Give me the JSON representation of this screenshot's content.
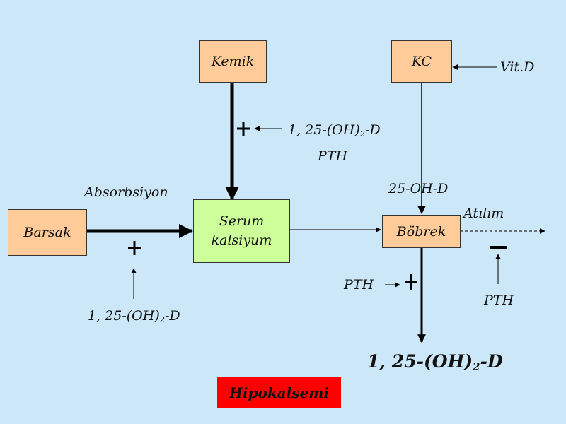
{
  "boxes": {
    "kemik": "Kemik",
    "kc": "KC",
    "barsak": "Barsak",
    "serum_line1": "Serum",
    "serum_line2": "kalsiyum",
    "bobrek": "Böbrek"
  },
  "labels": {
    "vitd": "Vit.D",
    "kemik_hormone_pre": "1, 25-(OH)",
    "kemik_hormone_sub": "2",
    "kemik_hormone_post": "-D",
    "kemik_pth": "PTH",
    "absorbsiyon": "Absorbsiyon",
    "oh_d_25": "25-OH-D",
    "atilim": "Atılım",
    "barsak_hormone_pre": "1, 25-(OH)",
    "barsak_hormone_sub": "2",
    "barsak_hormone_post": "-D",
    "bobrek_pth_left": "PTH",
    "bobrek_pth_right": "PTH",
    "output_pre": "1, 25-(OH)",
    "output_sub": "2",
    "output_post": "-D",
    "hipokalsemi": "Hipokalsemi"
  },
  "colors": {
    "background": "#cce8f8",
    "box_orange": "#ffcc99",
    "box_green": "#ccff99",
    "hipokalsemi_bg": "#ff0000"
  }
}
